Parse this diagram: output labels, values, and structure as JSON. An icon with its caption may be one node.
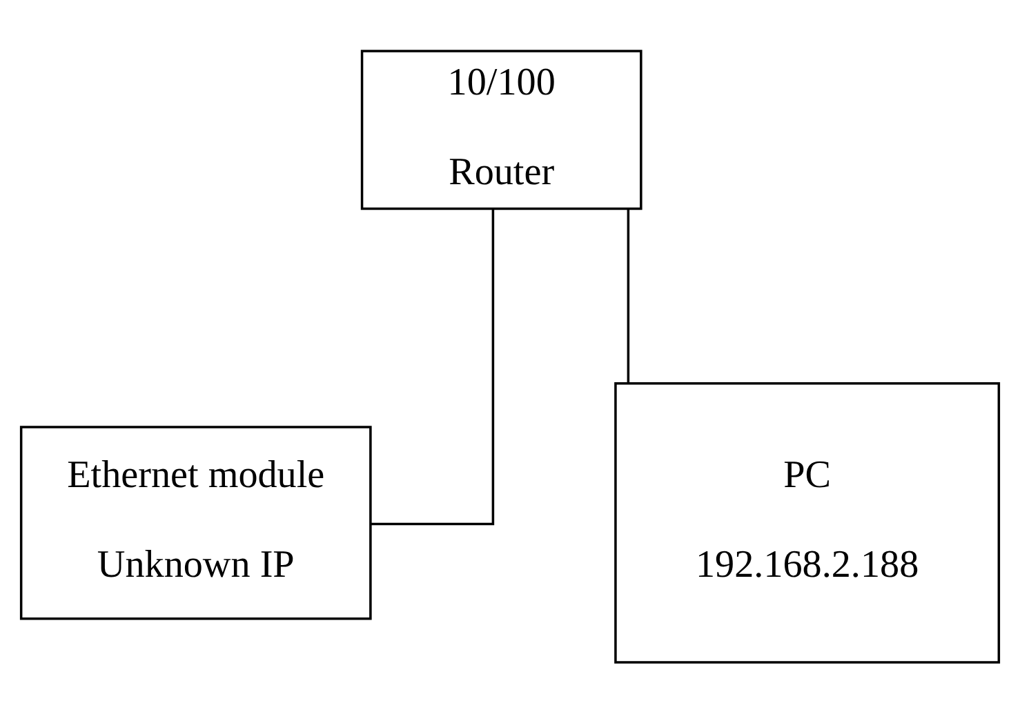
{
  "diagram": {
    "nodes": [
      {
        "text": [
          "10/100",
          "Router"
        ]
      },
      {
        "text": [
          "Ethernet module",
          "Unknown IP"
        ]
      },
      {
        "text": [
          "PC",
          "192.168.2.188"
        ]
      }
    ],
    "edges": [
      {
        "from": 0,
        "to": 1,
        "arrow": "none"
      },
      {
        "from": 0,
        "to": 2,
        "arrow": "none"
      }
    ]
  }
}
